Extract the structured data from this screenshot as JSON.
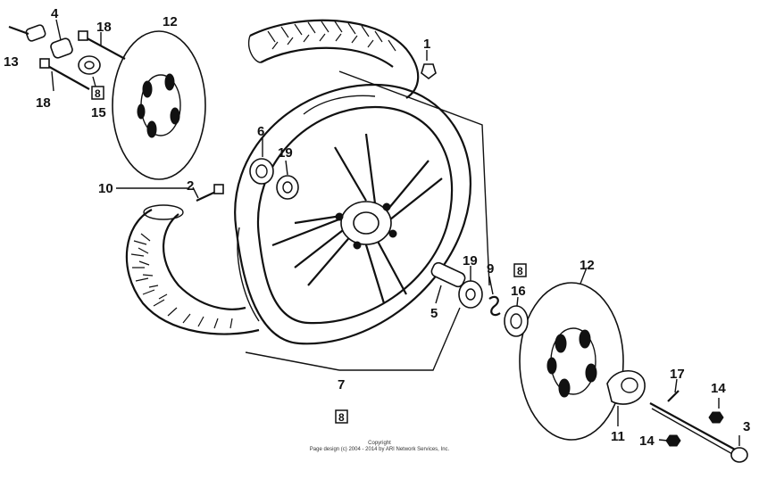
{
  "callouts": {
    "c1": "1",
    "c2": "2",
    "c3": "3",
    "c4": "4",
    "c5": "5",
    "c6": "6",
    "c7": "7",
    "c9": "9",
    "c10": "10",
    "c11": "11",
    "c12a": "12",
    "c12b": "12",
    "c13": "13",
    "c14a": "14",
    "c14b": "14",
    "c15": "15",
    "c16": "16",
    "c17": "17",
    "c18a": "18",
    "c18b": "18",
    "c19a": "19",
    "c19b": "19"
  },
  "boxed": {
    "b1": "8",
    "b2": "8",
    "b3": "8"
  },
  "footer": {
    "line1": "Copyright",
    "line2": "Page design (c) 2004 - 2014 by ARI Network Services, Inc."
  }
}
